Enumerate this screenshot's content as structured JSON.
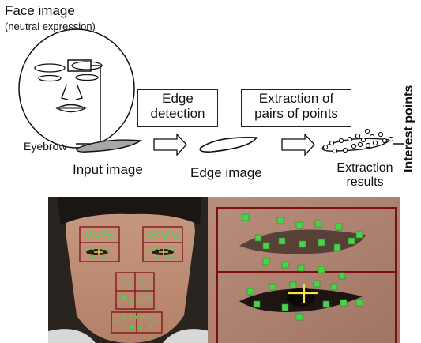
{
  "labels": {
    "face_image": "Face image",
    "neutral": "(neutral expression)",
    "eyebrow": "Eyebrow",
    "input_image": "Input image",
    "edge_image": "Edge image",
    "extraction_results": "Extraction results",
    "interest_points": "Interest points"
  },
  "steps": {
    "edge_detection": "Edge detection",
    "pair_extraction": "Extraction of pairs of points"
  },
  "colors": {
    "box_red": "#7a1010",
    "point_green": "#49d24a",
    "crosshair": "#f2e44a"
  }
}
